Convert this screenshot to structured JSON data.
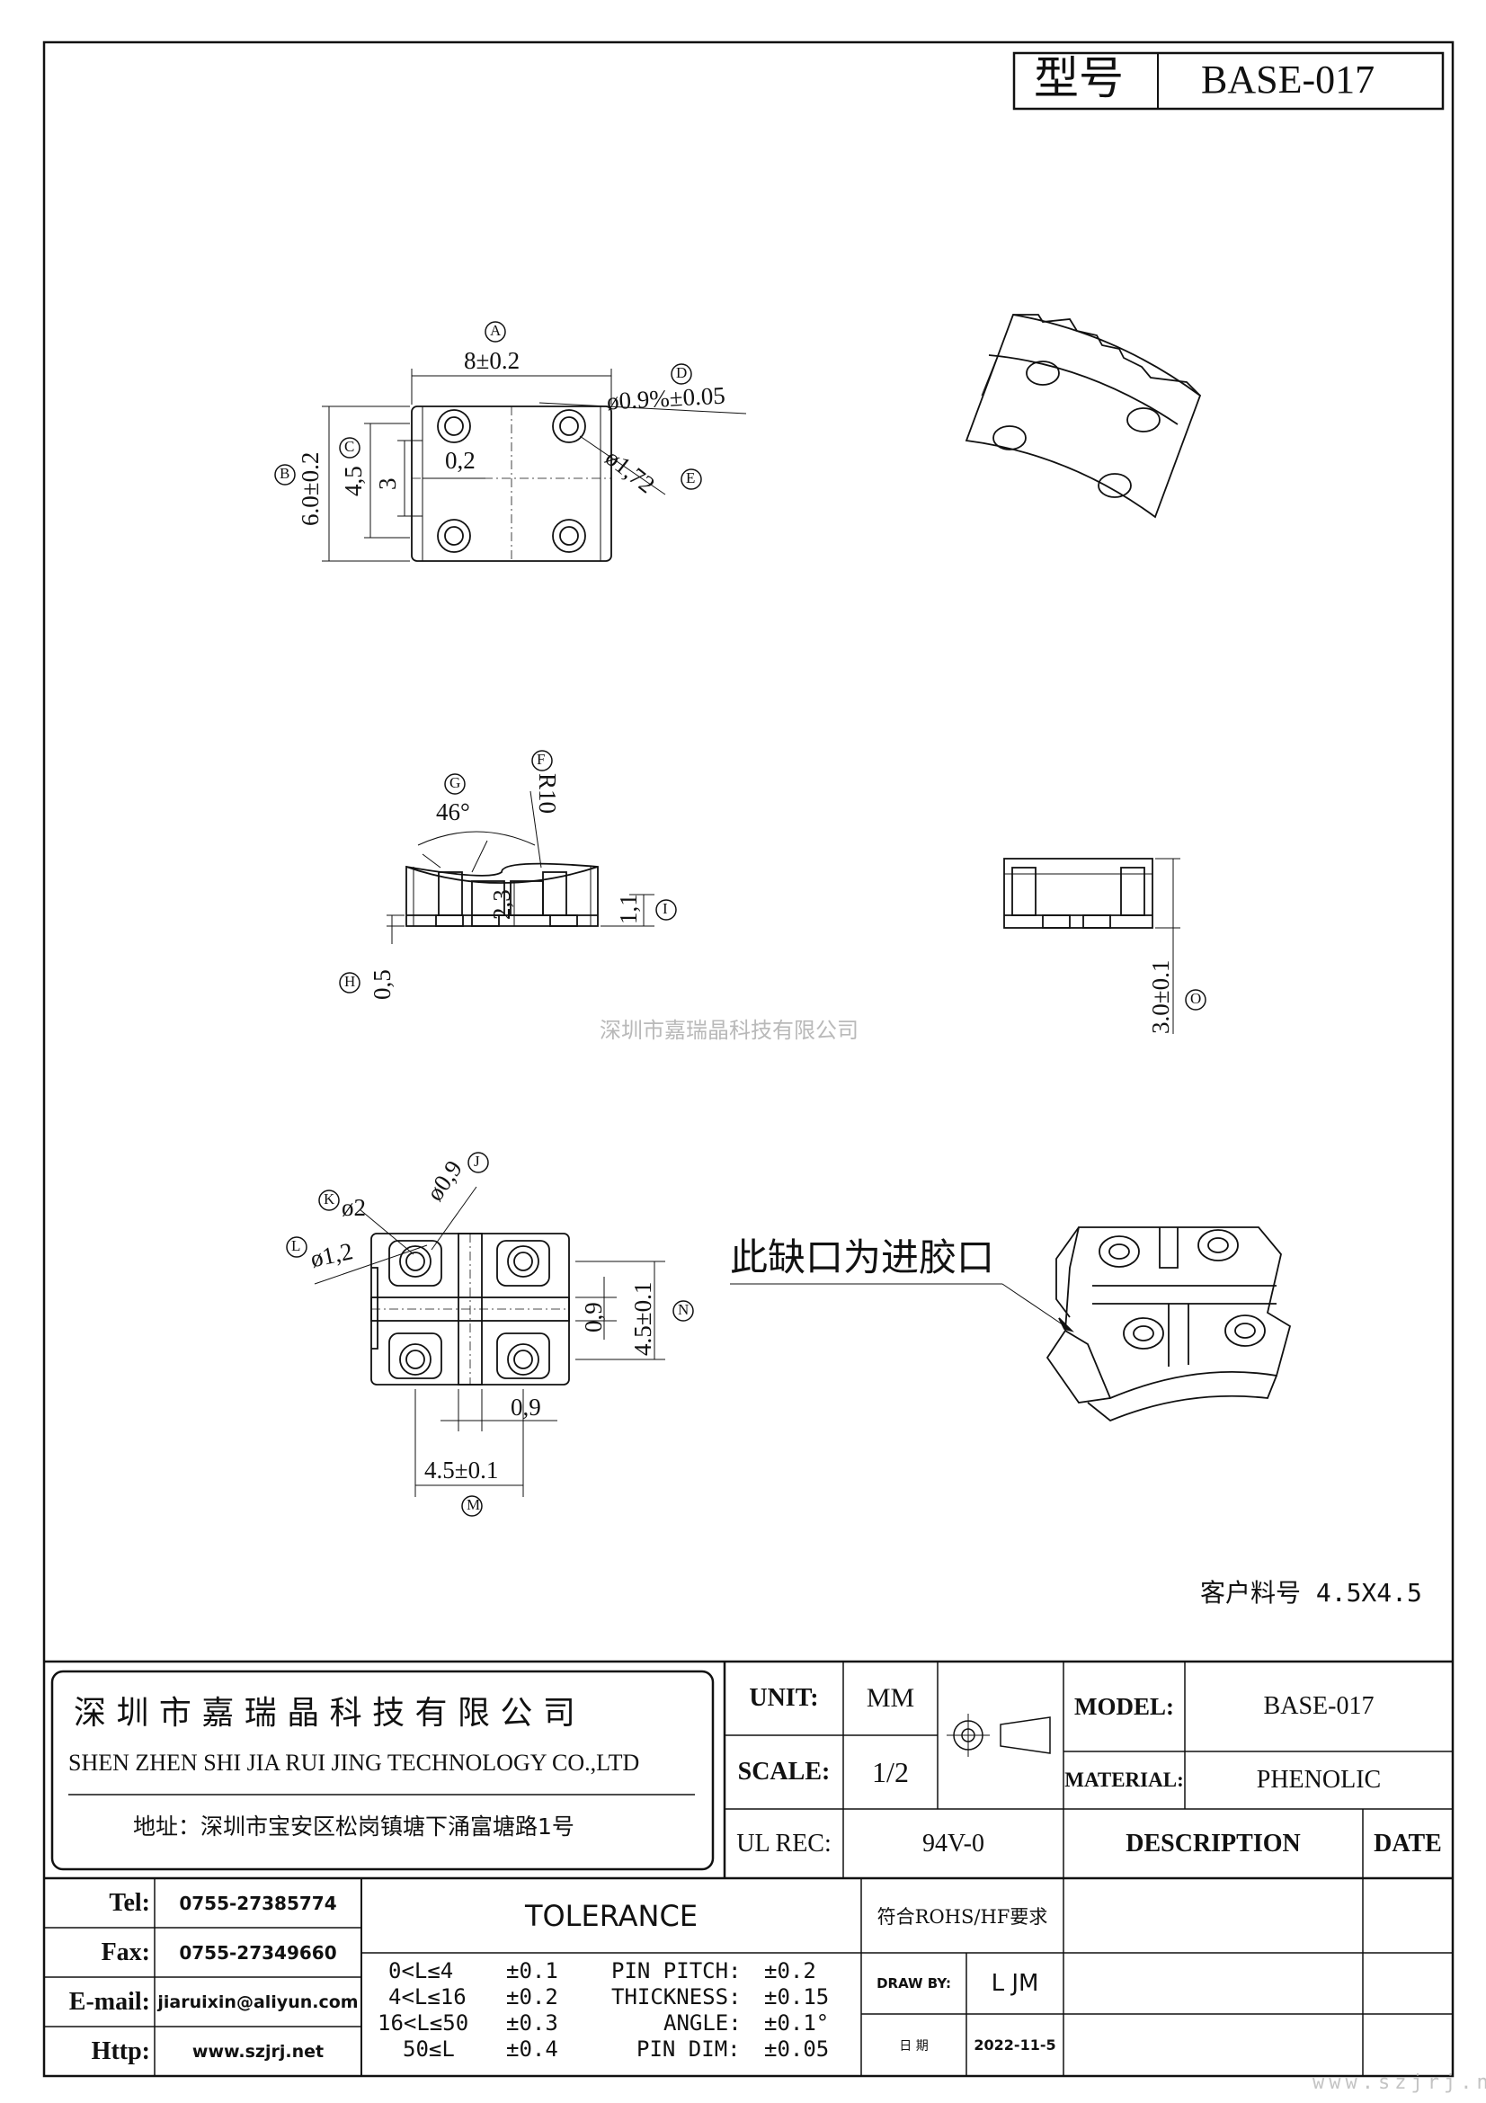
{
  "header": {
    "model_label": "型号",
    "model_value": "BASE-017"
  },
  "drawing": {
    "top_view": {
      "A_mark": "A",
      "A_dim": "8±0.2",
      "B_mark": "B",
      "B_dim": "6.0±0.2",
      "C_mark": "C",
      "C_dim": "4,5",
      "inner_dim": "3",
      "gap_dim": "0,2",
      "D_mark": "D",
      "D_dim": "ø0.9%±0.05",
      "E_mark": "E",
      "E_dim": "ø1,72"
    },
    "side_view": {
      "G_mark": "G",
      "G_dim": "46°",
      "F_mark": "F",
      "F_dim": "R10",
      "h_dim": "2,3",
      "I_dim": "1,1",
      "I_mark": "I",
      "H_mark": "H",
      "H_dim": "0,5"
    },
    "end_view": {
      "O_dim": "3.0±0.1",
      "O_mark": "O"
    },
    "watermark": "深圳市嘉瑞晶科技有限公司",
    "bottom_view": {
      "J_mark": "J",
      "J_dim": "ø0,9",
      "K_mark": "K",
      "K_dim": "ø2",
      "L_mark": "L",
      "L_dim": "ø1,2",
      "rib_v_dim": "0,9",
      "N_dim": "4.5±0.1",
      "N_mark": "N",
      "rib_h_dim": "0,9",
      "M_dim": "4.5±0.1",
      "M_mark": "M"
    },
    "gate_note": "此缺口为进胶口",
    "customer_part": "客户料号 4.5X4.5"
  },
  "title_block": {
    "company_cn": "深 圳 市 嘉 瑞 晶 科 技 有 限 公 司",
    "company_en": "SHEN ZHEN SHI  JIA RUI JING  TECHNOLOGY CO.,LTD",
    "address": "地址：深圳市宝安区松岗镇塘下涌富塘路1号",
    "unit_label": "UNIT:",
    "unit_value": "MM",
    "scale_label": "SCALE:",
    "scale_value": "1/2",
    "model_label": "MODEL:",
    "model_value": "BASE-017",
    "material_label": "MATERIAL:",
    "material_value": "PHENOLIC",
    "ul_label": "UL REC:",
    "ul_value": "94V-0",
    "description_label": "DESCRIPTION",
    "date_label": "DATE",
    "contacts": [
      {
        "label": "Tel:",
        "value": "0755-27385774"
      },
      {
        "label": "Fax:",
        "value": "0755-27349660"
      },
      {
        "label": "E-mail:",
        "value": "jiaruixin@aliyun.com"
      },
      {
        "label": "Http:",
        "value": "www.szjrj.net"
      }
    ],
    "tolerance_title": "TOLERANCE",
    "tolerance_rows": [
      {
        "range": "0<L≤4",
        "tol": "±0.1"
      },
      {
        "range": "4<L≤16",
        "tol": "±0.2"
      },
      {
        "range": "16<L≤50",
        "tol": "±0.3"
      },
      {
        "range": "50≤L",
        "tol": "±0.4"
      }
    ],
    "spec_rows": [
      {
        "label": "PIN PITCH:",
        "tol": "±0.2"
      },
      {
        "label": "THICKNESS:",
        "tol": "±0.15"
      },
      {
        "label": "ANGLE:",
        "tol": "±0.1°"
      },
      {
        "label": "PIN DIM:",
        "tol": "±0.05"
      }
    ],
    "rohs": "符合ROHS/HF要求",
    "draw_by_label": "DRAW BY:",
    "draw_by_value": "L JM",
    "date_cn_label": "日 期",
    "date_value": "2022-11-5"
  },
  "footer_watermark": "www.szjrj.net"
}
